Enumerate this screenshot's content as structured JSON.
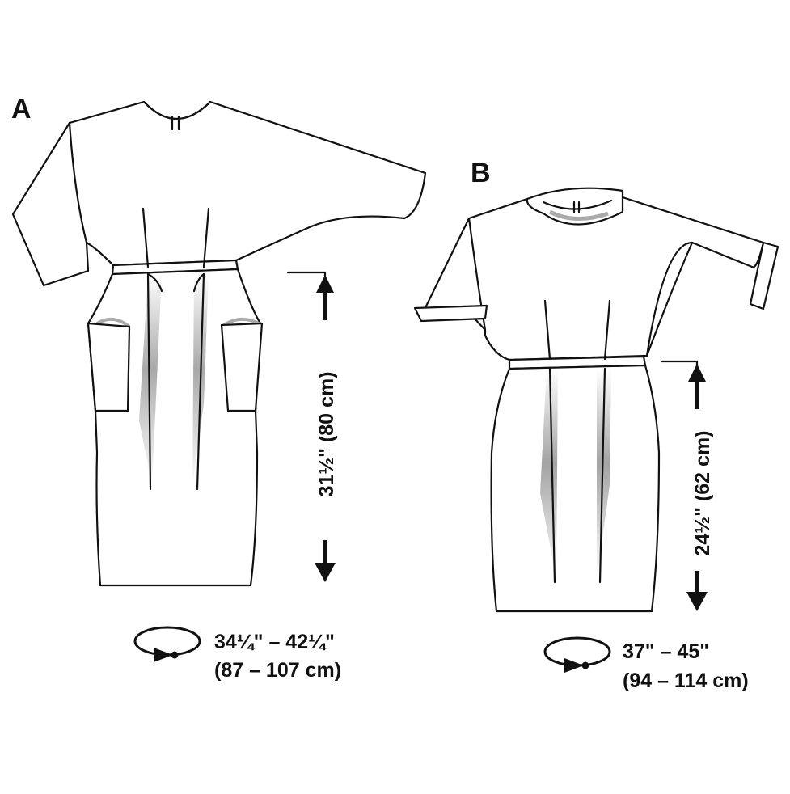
{
  "views": [
    {
      "id": "A",
      "label": "A",
      "length": "31½\" (80 cm)",
      "hip_in": "34¼\" – 42¼\"",
      "hip_cm": "(87 – 107 cm)"
    },
    {
      "id": "B",
      "label": "B",
      "length": "24½\" (62 cm)",
      "hip_in": "37\" – 45\"",
      "hip_cm": "(94 – 114 cm)"
    }
  ],
  "colors": {
    "line": "#111111",
    "fill": "#ffffff",
    "shade": "#9a9a9a"
  }
}
